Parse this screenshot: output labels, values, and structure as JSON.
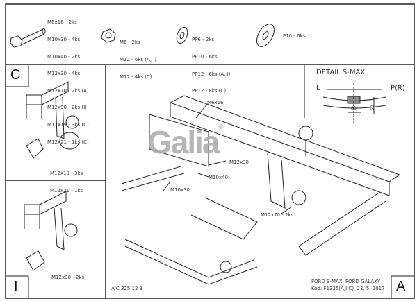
{
  "parts": {
    "bolts": [
      "M6x16 - 2ks",
      "M10x30 - 4ks",
      "M10x40 - 2ks",
      "M12x30 - 4ks",
      "M12x70 - 2ks (A)",
      "M12x90 - 2ks (I)",
      "M12x19 - 3ks (C)",
      "M12x21 - 1ks (C)"
    ],
    "nuts": [
      "M6 - 2ks",
      "M12 - 6ks (A, I)",
      "M12 - 4ks (C)"
    ],
    "washers": [
      "PP6 - 2ks",
      "PP10 - 6ks",
      "PP12 - 6ks (A, I)",
      "PP12 - 8ks (C)"
    ],
    "large_washer": [
      "P10 - 6ks"
    ]
  },
  "panels": {
    "c": {
      "letter": "C",
      "callouts": [
        "M12x19 - 3ks",
        "M12x21 - 1ks"
      ]
    },
    "i": {
      "letter": "I",
      "callouts": [
        "M12x90 - 2ks"
      ]
    },
    "a": {
      "letter": "A"
    }
  },
  "detail": {
    "title": "DETAIL  S-MAX",
    "left": "L",
    "right": "P(R)",
    "dim_width": "80",
    "dim_height": "50"
  },
  "main_callouts": {
    "m6x16": "M6x16",
    "m12x30": "M12x30",
    "m10x40": "M10x40",
    "m10x30": "M10x30",
    "m12x70": "M12x70 - 2ks"
  },
  "logo": "Galia",
  "footer": {
    "code": "AIC 325 12 3",
    "vehicle": "FORD S-MAX, FORD GALAXY",
    "kod": "Kód: F1335(A,I,C)  23. 5. 2017"
  }
}
